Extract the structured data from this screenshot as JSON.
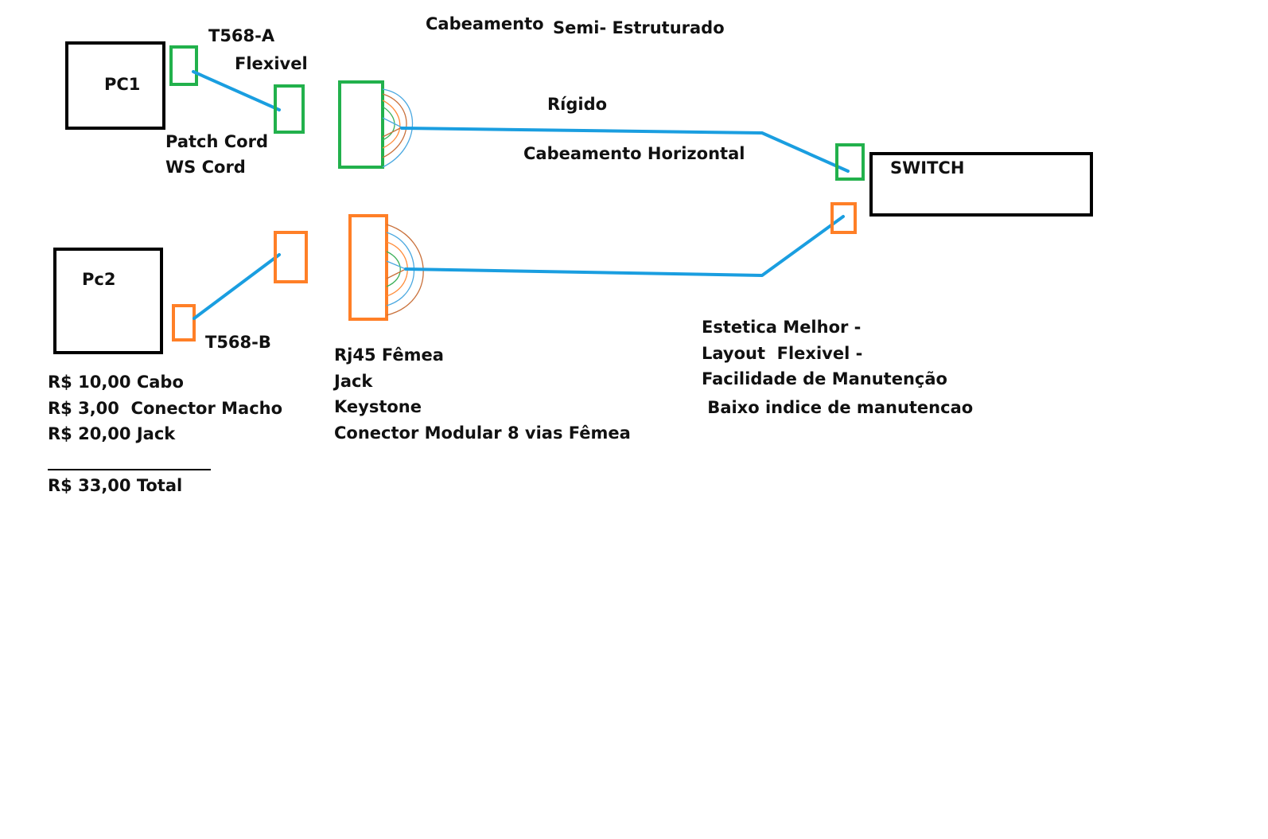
{
  "title": {
    "part1": "Cabeamento",
    "part2": "Semi- Estruturado"
  },
  "nodes": {
    "pc1": "PC1",
    "pc2": "Pc2",
    "switch": "SWITCH"
  },
  "labels": {
    "t568a": "T568-A",
    "flexivel": "Flexivel",
    "patch_cord": "Patch Cord",
    "ws_cord": "WS Cord",
    "rigido": "Rígido",
    "cabeamento_horizontal": "Cabeamento Horizontal",
    "t568b": "T568-B"
  },
  "jack_names": [
    "Rj45 Fêmea",
    "Jack",
    "Keystone",
    "Conector Modular 8 vias Fêmea"
  ],
  "costs": {
    "items": [
      "R$ 10,00 Cabo",
      "R$ 3,00  Conector Macho",
      "R$ 20,00 Jack"
    ],
    "total": "R$ 33,00 Total"
  },
  "benefits": [
    "Estetica Melhor -",
    "Layout  Flexivel -",
    "Facilidade de Manutenção",
    " Baixo indice de manutencao"
  ],
  "colors": {
    "box": "#000000",
    "green": "#22b14c",
    "orange": "#ff7f27",
    "cable": "#1a9ee0",
    "wire_brown": "#c9703a",
    "wire_orange": "#ff8c3a",
    "wire_green": "#3cb05a",
    "wire_blue": "#4aa8e0"
  }
}
